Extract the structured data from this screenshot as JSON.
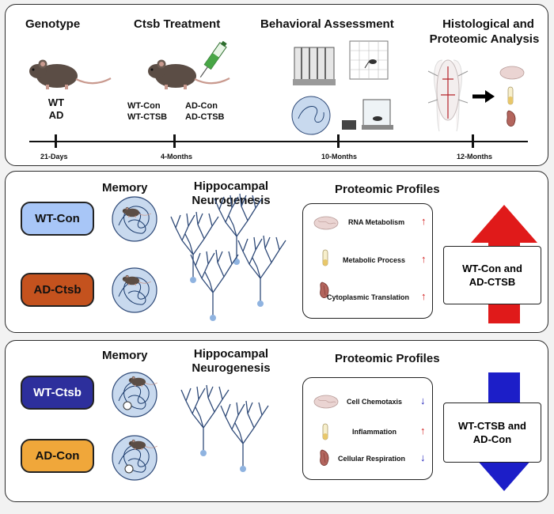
{
  "timeline": {
    "stages": [
      {
        "title": "Genotype",
        "labels": [
          "WT",
          "AD"
        ]
      },
      {
        "title": "Ctsb Treatment",
        "groups": [
          "WT-Con",
          "WT-CTSB",
          "AD-Con",
          "AD-CTSB"
        ]
      },
      {
        "title": "Behavioral Assessment"
      },
      {
        "title_line1": "Histological and",
        "title_line2": "Proteomic Analysis"
      }
    ],
    "ticks": [
      "21-Days",
      "4-Months",
      "10-Months",
      "12-Months"
    ]
  },
  "panel_up": {
    "memory_title": "Memory",
    "neuro_title_line1": "Hippocampal",
    "neuro_title_line2": "Neurogenesis",
    "proteomic_title": "Proteomic Profiles",
    "groups": [
      {
        "label": "WT-Con",
        "color": "#a8c6f7"
      },
      {
        "label": "AD-Ctsb",
        "color": "#c4521e"
      }
    ],
    "profiles": [
      {
        "label": "RNA Metabolism",
        "direction": "up"
      },
      {
        "label": "Metabolic Process",
        "direction": "up"
      },
      {
        "label": "Cytoplasmic Translation",
        "direction": "up"
      }
    ],
    "result_line1": "WT-Con and",
    "result_line2": "AD-CTSB",
    "arrow_color": "#e01a1a"
  },
  "panel_down": {
    "memory_title": "Memory",
    "neuro_title_line1": "Hippocampal",
    "neuro_title_line2": "Neurogenesis",
    "proteomic_title": "Proteomic Profiles",
    "groups": [
      {
        "label": "WT-Ctsb",
        "color": "#2d2f9c"
      },
      {
        "label": "AD-Con",
        "color": "#f0a73a"
      }
    ],
    "profiles": [
      {
        "label": "Cell Chemotaxis",
        "direction": "down"
      },
      {
        "label": "Inflammation",
        "direction": "up"
      },
      {
        "label": "Cellular Respiration",
        "direction": "down"
      }
    ],
    "result_line1": "WT-CTSB and",
    "result_line2": "AD-Con",
    "arrow_color": "#1c1ec8"
  },
  "colors": {
    "up_arrow": "#d11b1b",
    "down_arrow": "#1a1ab8",
    "mouse": "#5b4d45",
    "dendrite": "#2f4a78"
  }
}
